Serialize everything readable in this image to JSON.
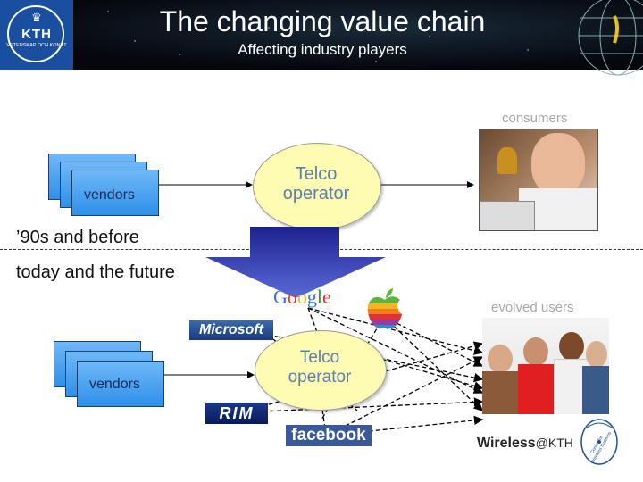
{
  "header": {
    "title": "The changing value chain",
    "subtitle": "Affecting industry players",
    "logo_text": "KTH",
    "logo_motto": "VETENSKAP OCH KONST"
  },
  "top_diagram": {
    "vendors_label": "vendors",
    "operator_label_line1": "Telco",
    "operator_label_line2": "operator",
    "consumers_label": "consumers"
  },
  "eras": {
    "before": "’90s and before",
    "after": "today and the future"
  },
  "bottom_diagram": {
    "vendors_label": "vendors",
    "operator_label_line1": "Telco",
    "operator_label_line2": "operator",
    "users_label": "evolved users"
  },
  "brands": {
    "google": "Google",
    "microsoft": "Microsoft",
    "rim": "RIM",
    "facebook": "facebook",
    "apple": "apple-logo-icon"
  },
  "footer": {
    "wireless": "Wireless",
    "at_kth": "@KTH",
    "center": "Center for Wireless Systems"
  },
  "colors": {
    "vendor_box": "#3a9af0",
    "operator_fill": "#fdfcb2",
    "arrow_fill": "#2b2fa8",
    "header_bg": "#05070c",
    "kth_blue": "#1a4fa0"
  }
}
